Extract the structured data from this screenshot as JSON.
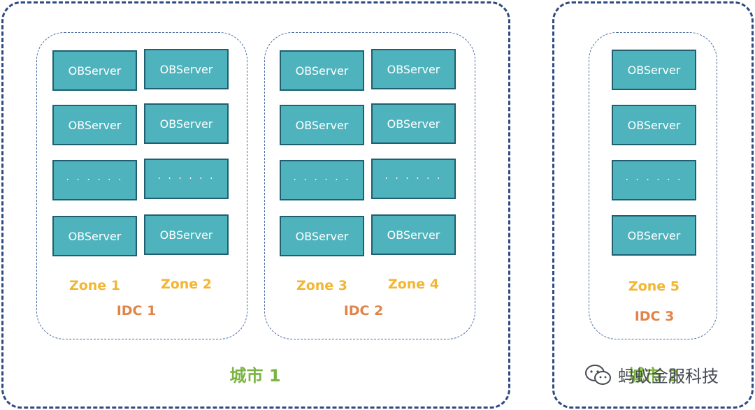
{
  "server_label": "OBServer",
  "placeholder_label": "· · · · · ·",
  "zones": [
    "Zone 1",
    "Zone 2",
    "Zone 3",
    "Zone 4",
    "Zone 5"
  ],
  "idcs": [
    "IDC 1",
    "IDC 2",
    "IDC 3"
  ],
  "cities": [
    "城市 1",
    "城市 2"
  ],
  "watermark": "蚂蚁金服科技",
  "icons": {
    "watermark": "wechat-icon"
  },
  "colors": {
    "server_fill": "#4fb3bd",
    "server_border": "#1f5f70",
    "zone_text": "#f2b632",
    "idc_text": "#e0844a",
    "city_text": "#7cb342",
    "city_border": "#2f4a7f",
    "idc_border": "#4a6aa0"
  }
}
